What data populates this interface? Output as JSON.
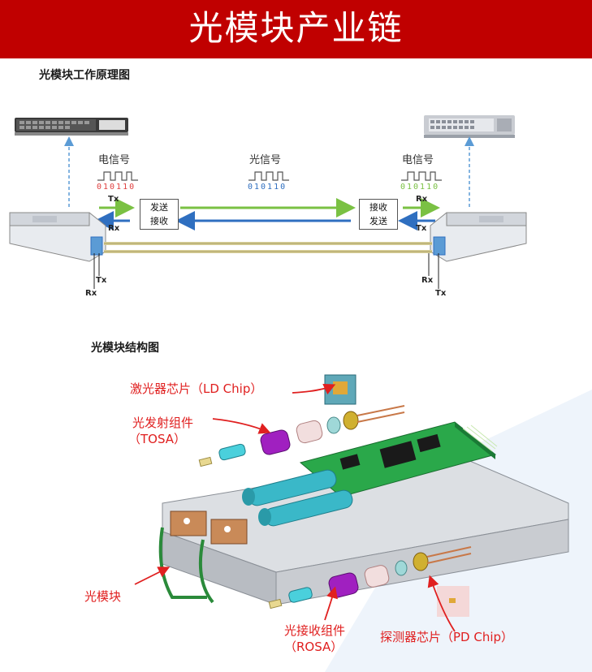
{
  "banner": {
    "title": "光模块产业链"
  },
  "principle": {
    "title": "光模块工作原理图",
    "electrical_left": "电信号",
    "optical": "光信号",
    "electrical_right": "电信号",
    "bits_left": "010110",
    "bits_optical": "010110",
    "bits_right": "010110",
    "tx": "Tx",
    "rx": "Rx",
    "box_left": {
      "line1": "发送",
      "line2": "接收"
    },
    "box_right": {
      "line1": "接收",
      "line2": "发送"
    },
    "colors": {
      "green": "#7ac143",
      "blue": "#2f6fc0",
      "red": "#e04040",
      "fiber": "#d8cf9a"
    }
  },
  "structure": {
    "title": "光模块结构图",
    "ld_chip": "激光器芯片（LD Chip）",
    "tosa_line1": "光发射组件",
    "tosa_line2": "（TOSA）",
    "module": "光模块",
    "rosa_line1": "光接收组件",
    "rosa_line2": "（ROSA）",
    "pd_chip": "探测器芯片（PD Chip）",
    "colors": {
      "pcb": "#2aa84a",
      "purple": "#a020c0",
      "cyan": "#3ab8c8",
      "label_red": "#e02020"
    }
  }
}
